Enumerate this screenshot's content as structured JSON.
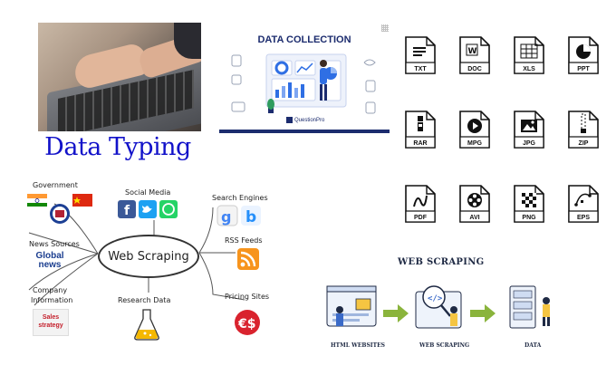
{
  "typing": {
    "title": "Data Typing"
  },
  "data_collection": {
    "title": "DATA COLLECTION",
    "brand": "QuestionPro"
  },
  "file_types": [
    {
      "label": "TXT",
      "icon": "txt-file-icon"
    },
    {
      "label": "DOC",
      "icon": "doc-file-icon"
    },
    {
      "label": "XLS",
      "icon": "xls-file-icon"
    },
    {
      "label": "PPT",
      "icon": "ppt-file-icon"
    },
    {
      "label": "RAR",
      "icon": "rar-file-icon"
    },
    {
      "label": "MPG",
      "icon": "mpg-file-icon"
    },
    {
      "label": "JPG",
      "icon": "jpg-file-icon"
    },
    {
      "label": "ZIP",
      "icon": "zip-file-icon"
    },
    {
      "label": "PDF",
      "icon": "pdf-file-icon"
    },
    {
      "label": "AVI",
      "icon": "avi-file-icon"
    },
    {
      "label": "PNG",
      "icon": "png-file-icon"
    },
    {
      "label": "EPS",
      "icon": "eps-file-icon"
    }
  ],
  "mindmap": {
    "center": "Web Scraping",
    "government": "Government",
    "social_media": "Social Media",
    "search_engines": "Search Engines",
    "news_sources": "News Sources",
    "rss_feeds": "RSS Feeds",
    "company_info_1": "Company",
    "company_info_2": "Information",
    "research_data": "Research Data",
    "pricing_sites": "Pricing Sites",
    "global_news_1": "Global",
    "global_news_2": "news",
    "sales_1": "Sales",
    "sales_2": "strategy"
  },
  "web_scraping_flow": {
    "title": "WEB SCRAPING",
    "steps": [
      "HTML WEBSITES",
      "WEB SCRAPING",
      "DATA"
    ]
  }
}
